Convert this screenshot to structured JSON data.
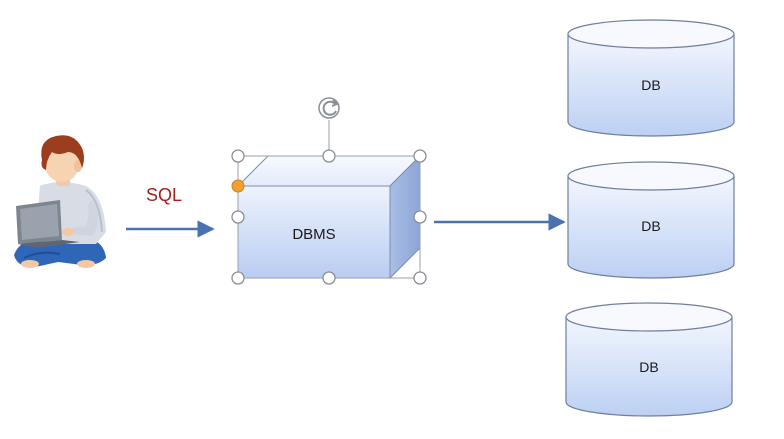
{
  "diagram": {
    "sql_label": "SQL",
    "dbms_label": "DBMS",
    "databases": [
      {
        "label": "DB"
      },
      {
        "label": "DB"
      },
      {
        "label": "DB"
      }
    ]
  },
  "colors": {
    "accent_blue": "#4a72b0",
    "box_fill_top": "#eef3fd",
    "box_fill_bottom": "#b9cdf2",
    "sql_text": "#a31f1f",
    "handle_orange": "#f0a030"
  },
  "icons": {
    "person": "person-with-laptop-icon",
    "rotate": "rotate-handle-icon"
  }
}
